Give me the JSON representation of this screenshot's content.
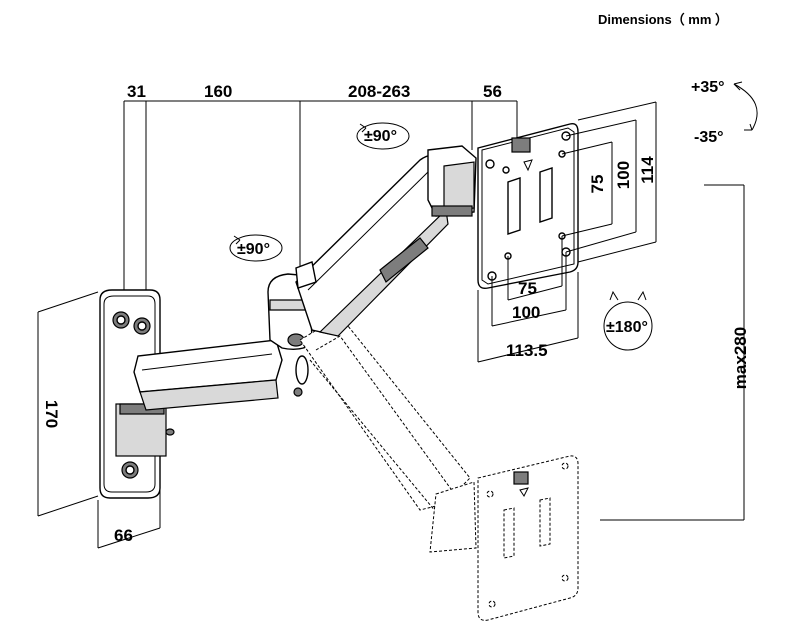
{
  "title": "Dimensions（ mm ）",
  "dimensions": {
    "wall_plate_offset": "31",
    "first_arm": "160",
    "second_arm": "208-263",
    "head_depth": "56",
    "plate_height": "170",
    "plate_width": "66",
    "vesa_height_75": "75",
    "vesa_height_100": "100",
    "head_height": "114",
    "vesa_width_75": "75",
    "vesa_width_100": "100",
    "head_width": "113.5",
    "vertical_travel": "max280"
  },
  "rotations": {
    "head_swivel": "±90°",
    "arm_swivel": "±90°",
    "rotation": "±180°",
    "tilt_up": "+35°",
    "tilt_down": "-35°"
  }
}
